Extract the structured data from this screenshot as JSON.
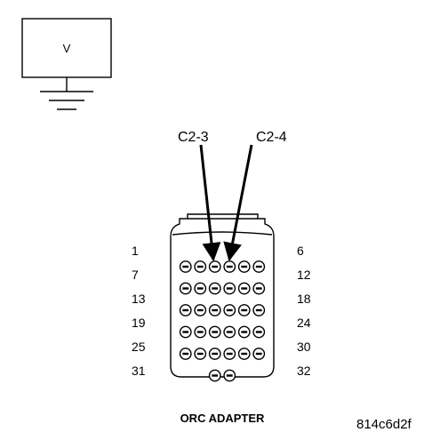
{
  "meter": {
    "label": "V",
    "icon": "voltmeter-icon",
    "ground_icon": "ground-icon"
  },
  "callouts": [
    {
      "label": "C2-3",
      "target_pin": 3
    },
    {
      "label": "C2-4",
      "target_pin": 4
    }
  ],
  "pin_numbers": {
    "row1": {
      "left": "1",
      "right": "6"
    },
    "row2": {
      "left": "7",
      "right": "12"
    },
    "row3": {
      "left": "13",
      "right": "18"
    },
    "row4": {
      "left": "19",
      "right": "24"
    },
    "row5": {
      "left": "25",
      "right": "30"
    },
    "row6": {
      "left": "31",
      "right": "32"
    }
  },
  "connector": {
    "title": "ORC ADAPTER",
    "rows": [
      6,
      6,
      6,
      6,
      6,
      2
    ],
    "pin_symbol": "minus-circle"
  },
  "figure_code": "814c6d2f"
}
